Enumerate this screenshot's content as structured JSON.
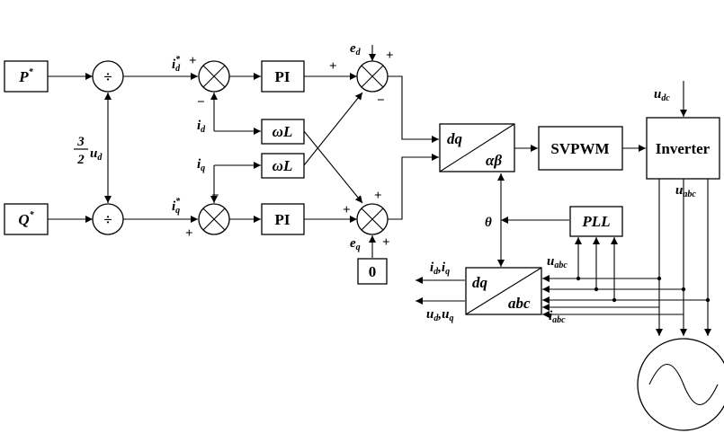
{
  "blocks": {
    "p_ref": {
      "main": "P",
      "sup": "*"
    },
    "q_ref": {
      "main": "Q",
      "sup": "*"
    },
    "div_top": "÷",
    "div_bottom": "÷",
    "pi_top": "PI",
    "pi_bottom": "PI",
    "wl_top": {
      "w": "ω",
      "l": "L"
    },
    "wl_bottom": {
      "w": "ω",
      "l": "L"
    },
    "zero": "0",
    "park_inv": {
      "top": "dq",
      "bottom": "αβ"
    },
    "svpwm": "SVPWM",
    "inverter": "Inverter",
    "pll": "PLL",
    "park": {
      "top": "dq",
      "bottom": "abc"
    }
  },
  "labels": {
    "gain": {
      "num": "3",
      "den": "2",
      "u": "u",
      "u_sub": "d"
    },
    "id_ref": {
      "main": "i",
      "sub": "d",
      "sup": "*"
    },
    "iq_ref": {
      "main": "i",
      "sub": "q",
      "sup": "*"
    },
    "id": {
      "main": "i",
      "sub": "d"
    },
    "iq": {
      "main": "i",
      "sub": "q"
    },
    "ed": {
      "main": "e",
      "sub": "d"
    },
    "eq": {
      "main": "e",
      "sub": "q"
    },
    "theta": "θ",
    "udc": {
      "main": "u",
      "sub": "dc"
    },
    "uabc_inv": {
      "main": "u",
      "sub": "abc"
    },
    "uabc_park": {
      "main": "u",
      "sub": "abc"
    },
    "iabc": {
      "main": "i",
      "sub": "abc"
    },
    "out_i": {
      "i1": "i",
      "s1": "d",
      "sep": ",",
      "i2": "i",
      "s2": "q"
    },
    "out_u": {
      "u1": "u",
      "s1": "d",
      "sep": ",",
      "u2": "u",
      "s2": "q"
    }
  },
  "signs": {
    "sum_id_plus": "+",
    "sum_id_minus": "−",
    "sum_iq_minus": "−",
    "sum_iq_plus": "+",
    "sum_vd_pi": "+",
    "sum_vd_ed": "+",
    "sum_vd_cross": "−",
    "sum_vq_pi": "+",
    "sum_vq_cross": "+",
    "sum_vq_eq": "+"
  }
}
